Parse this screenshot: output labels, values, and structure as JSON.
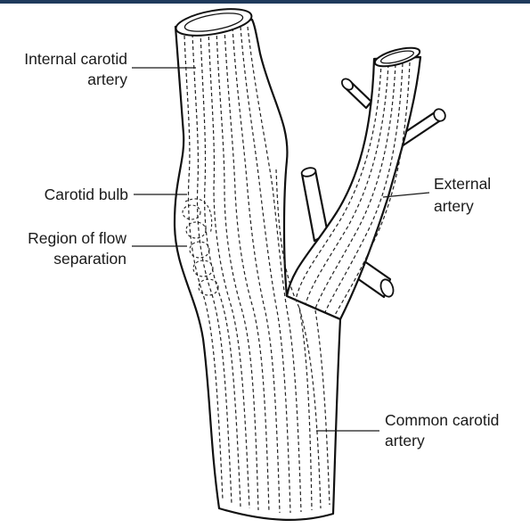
{
  "labels": {
    "internal_carotid": [
      "Internal carotid",
      "artery"
    ],
    "carotid_bulb": [
      "Carotid bulb"
    ],
    "flow_separation": [
      "Region of flow",
      "separation"
    ],
    "external": [
      "External",
      "artery"
    ],
    "common_carotid": [
      "Common carotid",
      "artery"
    ]
  },
  "colors": {
    "accent_bar": "#1f3a5c",
    "ink": "#111111"
  }
}
